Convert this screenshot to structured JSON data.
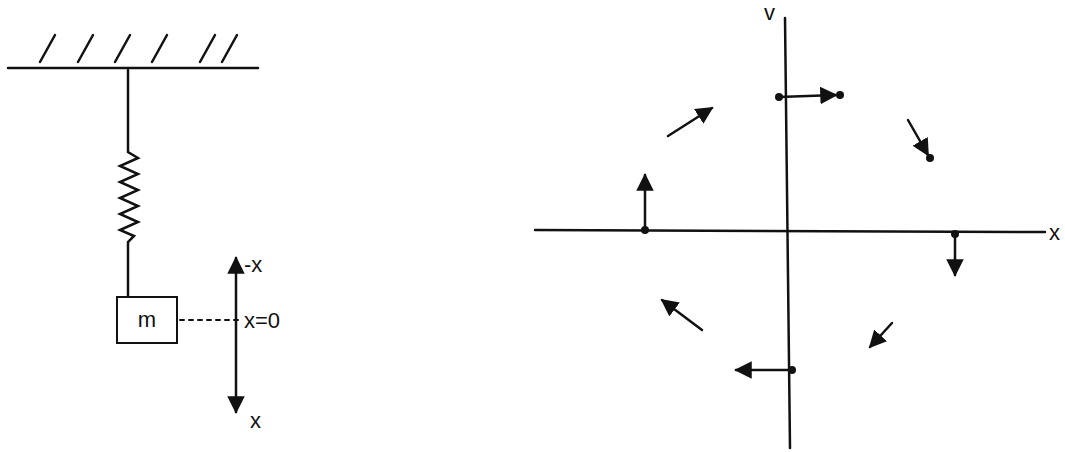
{
  "diagram": {
    "nodes": [
      {
        "text": [
          "m"
        ]
      }
    ],
    "labels": [
      "-x",
      "x=0",
      "x",
      "v",
      "x"
    ]
  }
}
